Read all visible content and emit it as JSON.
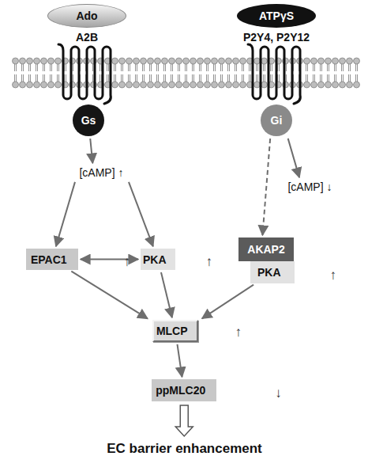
{
  "diagram": {
    "nodes": [
      {
        "text": [
          "Ado"
        ]
      },
      {
        "text": [
          "ATPγS"
        ]
      },
      {
        "text": [
          "Gs"
        ]
      },
      {
        "text": [
          "Gi"
        ]
      },
      {
        "text": [
          "[cAMP] ↑"
        ]
      },
      {
        "text": [
          "[cAMP] ↓"
        ]
      },
      {
        "text": [
          "EPAC1",
          "↑"
        ]
      },
      {
        "text": [
          "PKA",
          "↑"
        ]
      },
      {
        "text": [
          "AKAP2"
        ]
      },
      {
        "text": [
          "PKA",
          "↑"
        ]
      },
      {
        "text": [
          "MLCP",
          "↑"
        ]
      },
      {
        "text": [
          "ppMLC20",
          "↓"
        ]
      },
      {
        "text": [
          "EC barrier enhancement"
        ]
      }
    ],
    "edges": [
      {
        "from": 2,
        "to": 4,
        "arrow": "to"
      },
      {
        "from": 3,
        "to": 5,
        "arrow": "to"
      },
      {
        "from": 3,
        "to": 8,
        "arrow": "to"
      },
      {
        "from": 4,
        "to": 6,
        "arrow": "to"
      },
      {
        "from": 4,
        "to": 7,
        "arrow": "to"
      },
      {
        "from": 6,
        "to": 7,
        "arrow": "both"
      },
      {
        "from": 6,
        "to": 10,
        "arrow": "to"
      },
      {
        "from": 7,
        "to": 10,
        "arrow": "to"
      },
      {
        "from": 9,
        "to": 10,
        "arrow": "to"
      },
      {
        "from": 10,
        "to": 11,
        "arrow": "to"
      },
      {
        "from": 11,
        "to": 12,
        "arrow": "to"
      }
    ],
    "labels": [
      "A2B",
      "P2Y4, P2Y12"
    ]
  }
}
